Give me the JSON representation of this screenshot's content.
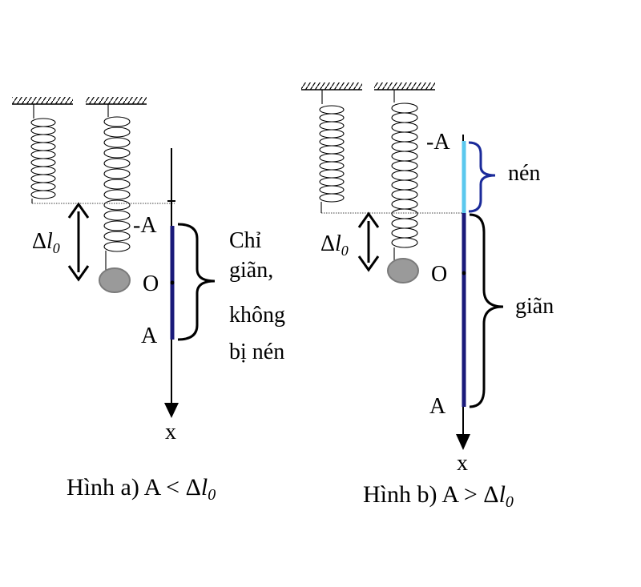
{
  "figure_a": {
    "delta_symbol": "Δ",
    "delta_var": "l",
    "delta_sub": "0",
    "tick_minus_a": "-A",
    "tick_o": "O",
    "tick_a": "A",
    "axis_label": "x",
    "annotation_lines": [
      "Chỉ",
      "giãn,",
      "không",
      "bị nén"
    ],
    "caption_text": "Hình a) A < ",
    "caption_delta": "Δ",
    "caption_var": "l",
    "caption_sub": "0"
  },
  "figure_b": {
    "delta_symbol": "Δ",
    "delta_var": "l",
    "delta_sub": "0",
    "tick_minus_a": "-A",
    "tick_o": "O",
    "tick_a": "A",
    "axis_label": "x",
    "label_compressed": "nén",
    "label_stretched": "giãn",
    "caption_text": "Hình b) A > ",
    "caption_delta": "Δ",
    "caption_var": "l",
    "caption_sub": "0"
  },
  "colors": {
    "axis": "#000000",
    "oscillation_segment": "#1a1a7a",
    "compressed_segment": "#5bc8ee",
    "compressed_brace": "#1a2a9a",
    "mass": "#9a9a9a",
    "mass_outline": "#7a7a7a"
  }
}
